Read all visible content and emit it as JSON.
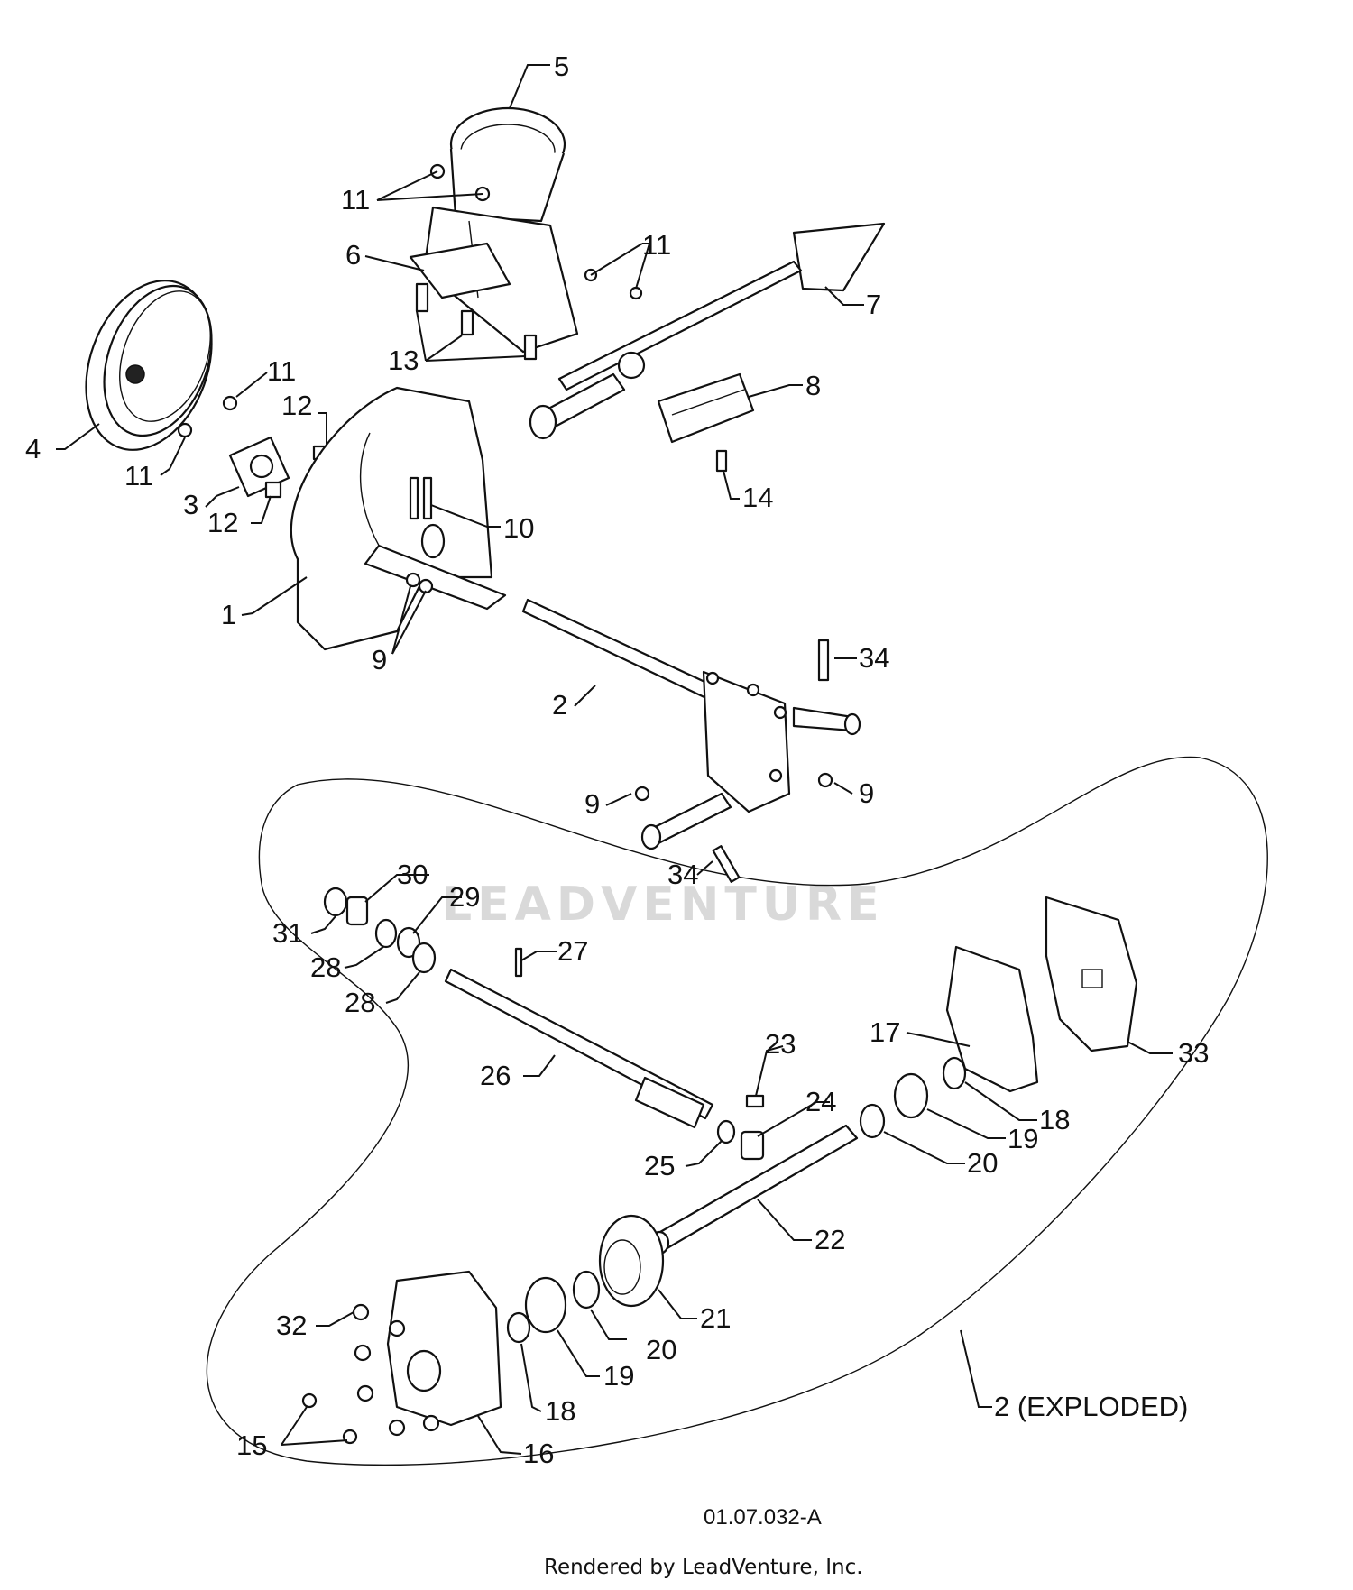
{
  "labels": [
    {
      "id": "5",
      "text": "5"
    },
    {
      "id": "11a",
      "text": "11"
    },
    {
      "id": "11b",
      "text": "11"
    },
    {
      "id": "6",
      "text": "6"
    },
    {
      "id": "7",
      "text": "7"
    },
    {
      "id": "13",
      "text": "13"
    },
    {
      "id": "11c",
      "text": "11"
    },
    {
      "id": "12a",
      "text": "12"
    },
    {
      "id": "4",
      "text": "4"
    },
    {
      "id": "11d",
      "text": "11"
    },
    {
      "id": "3",
      "text": "3"
    },
    {
      "id": "12b",
      "text": "12"
    },
    {
      "id": "8",
      "text": "8"
    },
    {
      "id": "14",
      "text": "14"
    },
    {
      "id": "10",
      "text": "10"
    },
    {
      "id": "1",
      "text": "1"
    },
    {
      "id": "9a",
      "text": "9"
    },
    {
      "id": "34a",
      "text": "34"
    },
    {
      "id": "2",
      "text": "2"
    },
    {
      "id": "9b",
      "text": "9"
    },
    {
      "id": "9c",
      "text": "9"
    },
    {
      "id": "34b",
      "text": "34"
    },
    {
      "id": "30",
      "text": "30"
    },
    {
      "id": "29",
      "text": "29"
    },
    {
      "id": "31",
      "text": "31"
    },
    {
      "id": "28a",
      "text": "28"
    },
    {
      "id": "27",
      "text": "27"
    },
    {
      "id": "28b",
      "text": "28"
    },
    {
      "id": "26",
      "text": "26"
    },
    {
      "id": "17",
      "text": "17"
    },
    {
      "id": "33",
      "text": "33"
    },
    {
      "id": "23",
      "text": "23"
    },
    {
      "id": "24",
      "text": "24"
    },
    {
      "id": "18a",
      "text": "18"
    },
    {
      "id": "19a",
      "text": "19"
    },
    {
      "id": "25",
      "text": "25"
    },
    {
      "id": "20a",
      "text": "20"
    },
    {
      "id": "22",
      "text": "22"
    },
    {
      "id": "21",
      "text": "21"
    },
    {
      "id": "32",
      "text": "32"
    },
    {
      "id": "20b",
      "text": "20"
    },
    {
      "id": "19b",
      "text": "19"
    },
    {
      "id": "18b",
      "text": "18"
    },
    {
      "id": "15",
      "text": "15"
    },
    {
      "id": "16",
      "text": "16"
    },
    {
      "id": "exploded",
      "text": "2 (EXPLODED)"
    }
  ],
  "diagram_code": "01.07.032-A",
  "watermark": "LEADVENTURE",
  "credit": "Rendered by LeadVenture, Inc."
}
